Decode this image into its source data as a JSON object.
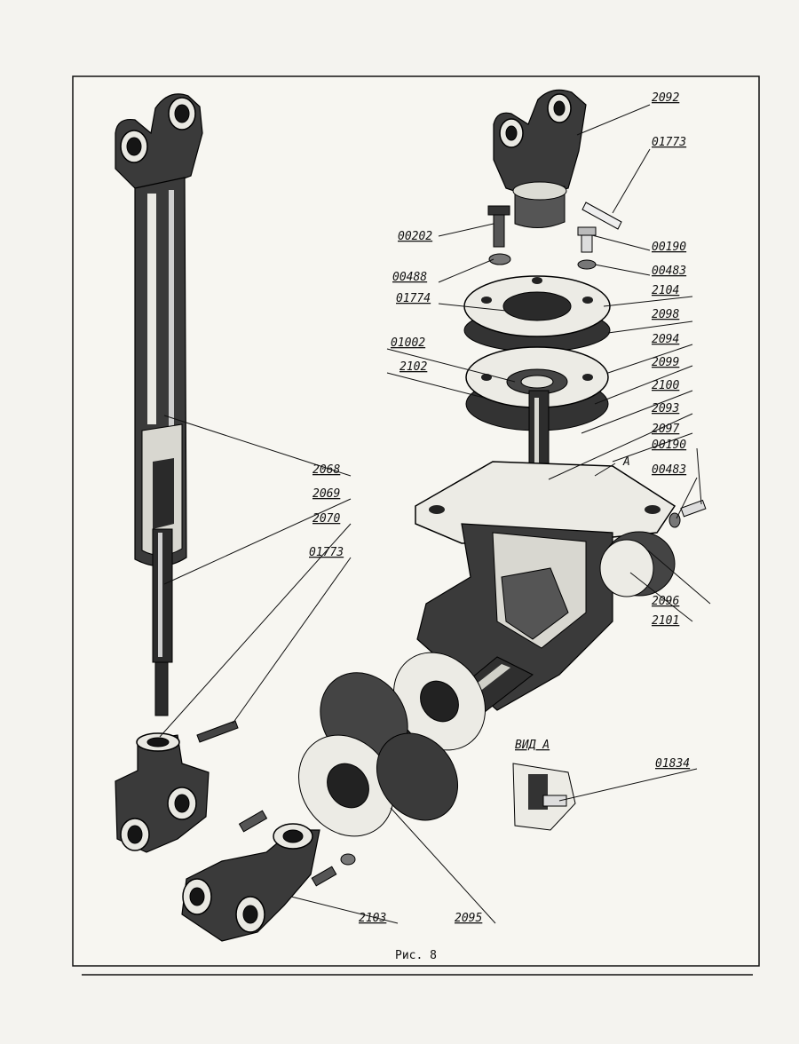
{
  "caption": "Рис. 8",
  "view_label": "ВИД А",
  "view_arrow_label": "А",
  "callouts": [
    {
      "id": "c2092",
      "text": "2092"
    },
    {
      "id": "c01773a",
      "text": "01773"
    },
    {
      "id": "c00202",
      "text": "00202"
    },
    {
      "id": "c00190a",
      "text": "00190"
    },
    {
      "id": "c00488",
      "text": "00488"
    },
    {
      "id": "c00483a",
      "text": "00483"
    },
    {
      "id": "c01774",
      "text": "01774"
    },
    {
      "id": "c2104",
      "text": "2104"
    },
    {
      "id": "c2098",
      "text": "2098"
    },
    {
      "id": "c01002",
      "text": "01002"
    },
    {
      "id": "c2094",
      "text": "2094"
    },
    {
      "id": "c2102",
      "text": "2102"
    },
    {
      "id": "c2099",
      "text": "2099"
    },
    {
      "id": "c2100",
      "text": "2100"
    },
    {
      "id": "c2093",
      "text": "2093"
    },
    {
      "id": "c2097",
      "text": "2097"
    },
    {
      "id": "c00190b",
      "text": "00190"
    },
    {
      "id": "c00483b",
      "text": "00483"
    },
    {
      "id": "c2068",
      "text": "2068"
    },
    {
      "id": "c2069",
      "text": "2069"
    },
    {
      "id": "c2070",
      "text": "2070"
    },
    {
      "id": "c01773b",
      "text": "01773"
    },
    {
      "id": "c2096",
      "text": "2096"
    },
    {
      "id": "c2101",
      "text": "2101"
    },
    {
      "id": "c01834",
      "text": "01834"
    },
    {
      "id": "c2103",
      "text": "2103"
    },
    {
      "id": "c2095",
      "text": "2095"
    }
  ]
}
